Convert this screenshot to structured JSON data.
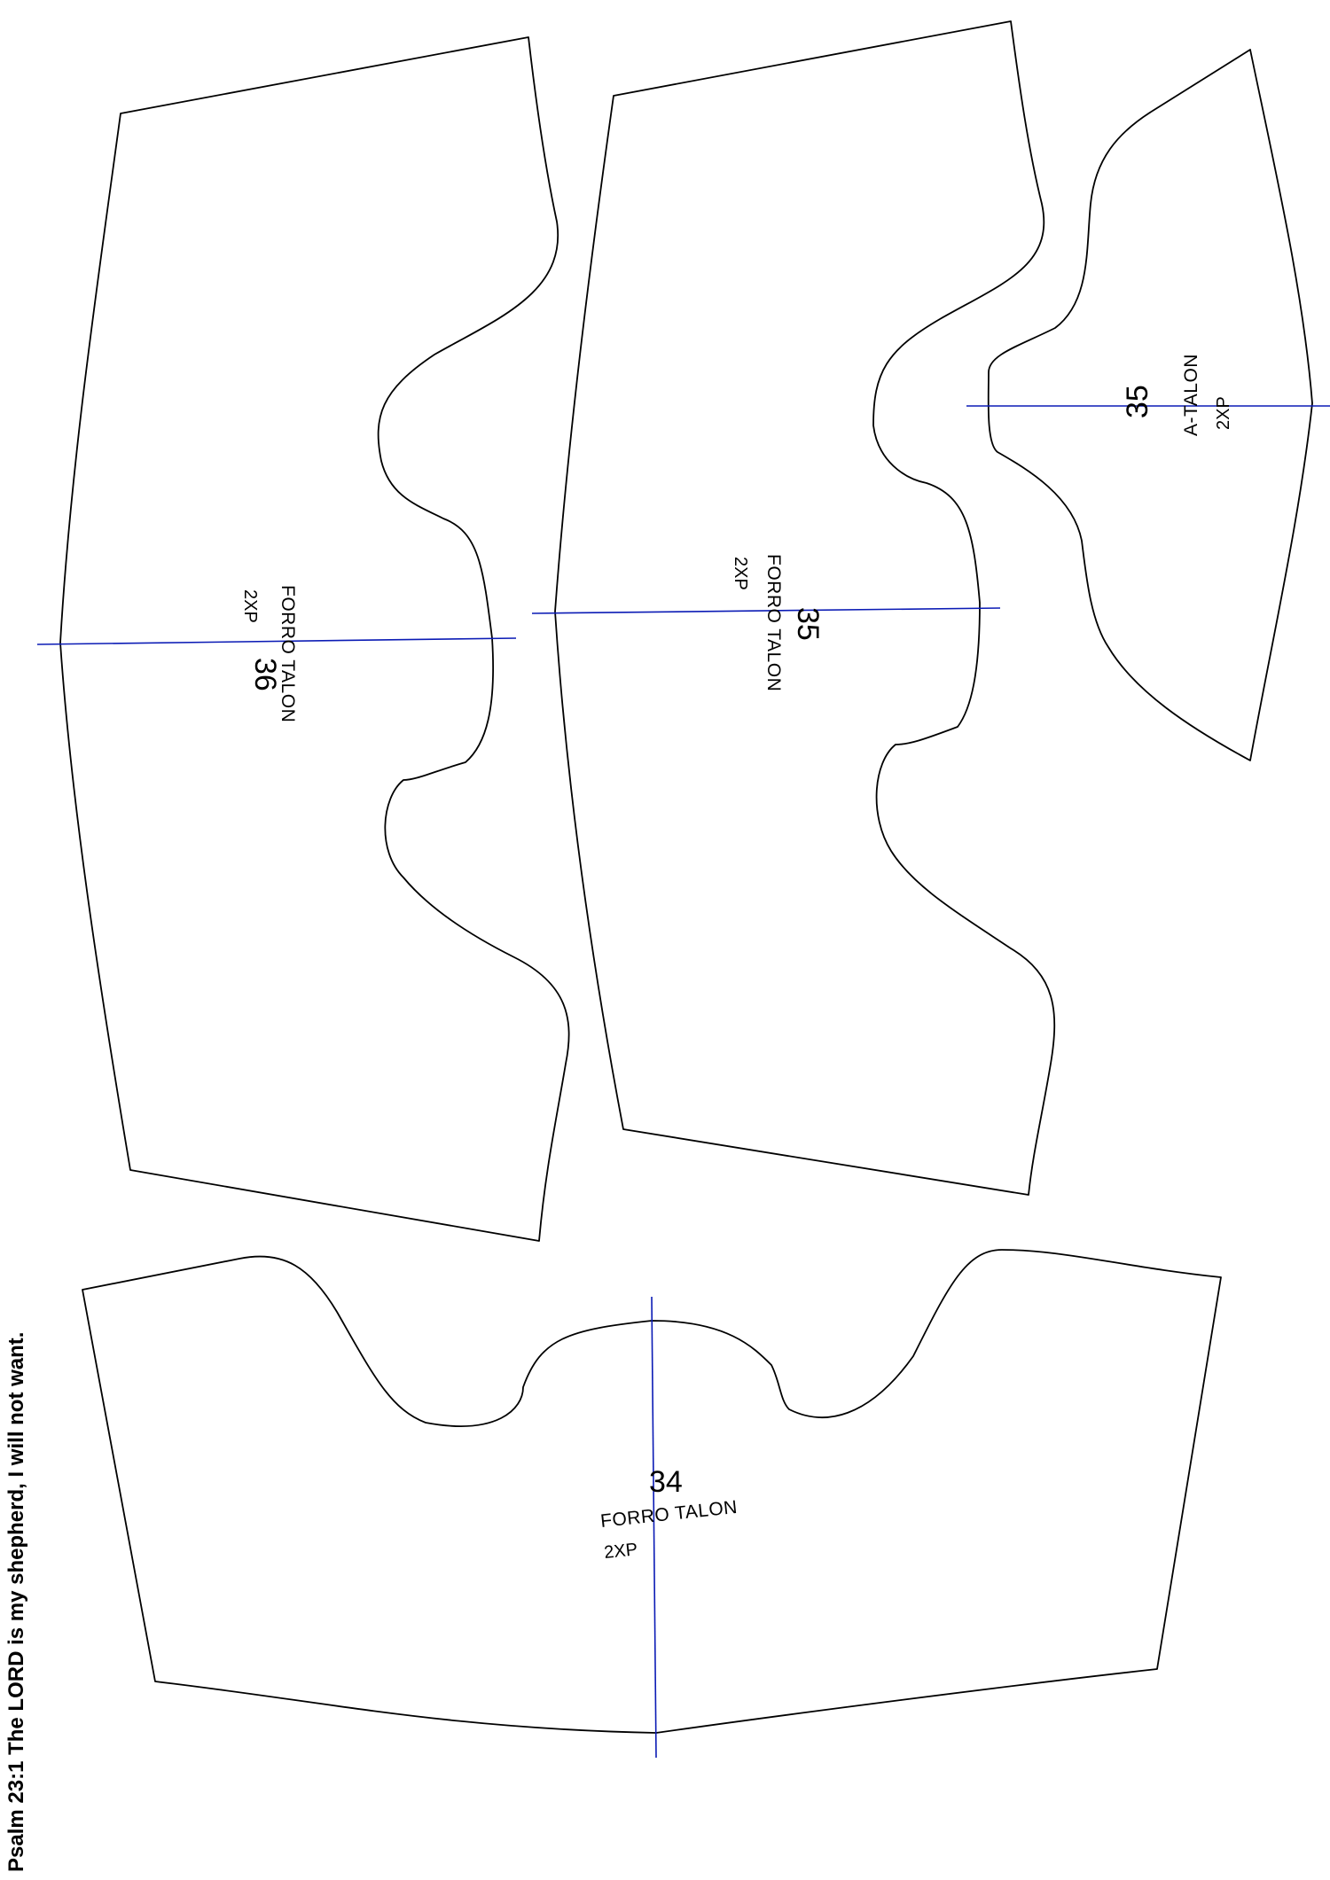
{
  "pieces": [
    {
      "number": "36",
      "name": "FORRO TALON",
      "quantity": "2XP"
    },
    {
      "number": "35",
      "name": "FORRO TALON",
      "quantity": "2XP"
    },
    {
      "number": "35",
      "name": "A-TALON",
      "quantity": "2XP"
    },
    {
      "number": "34",
      "name": "FORRO TALON",
      "quantity": "2XP"
    }
  ],
  "footer": {
    "verse": "Psalm 23:1 The LORD is my shepherd, I will not want."
  },
  "colors": {
    "outline": "#000000",
    "grainline": "#0b1bb5",
    "background": "#ffffff"
  }
}
